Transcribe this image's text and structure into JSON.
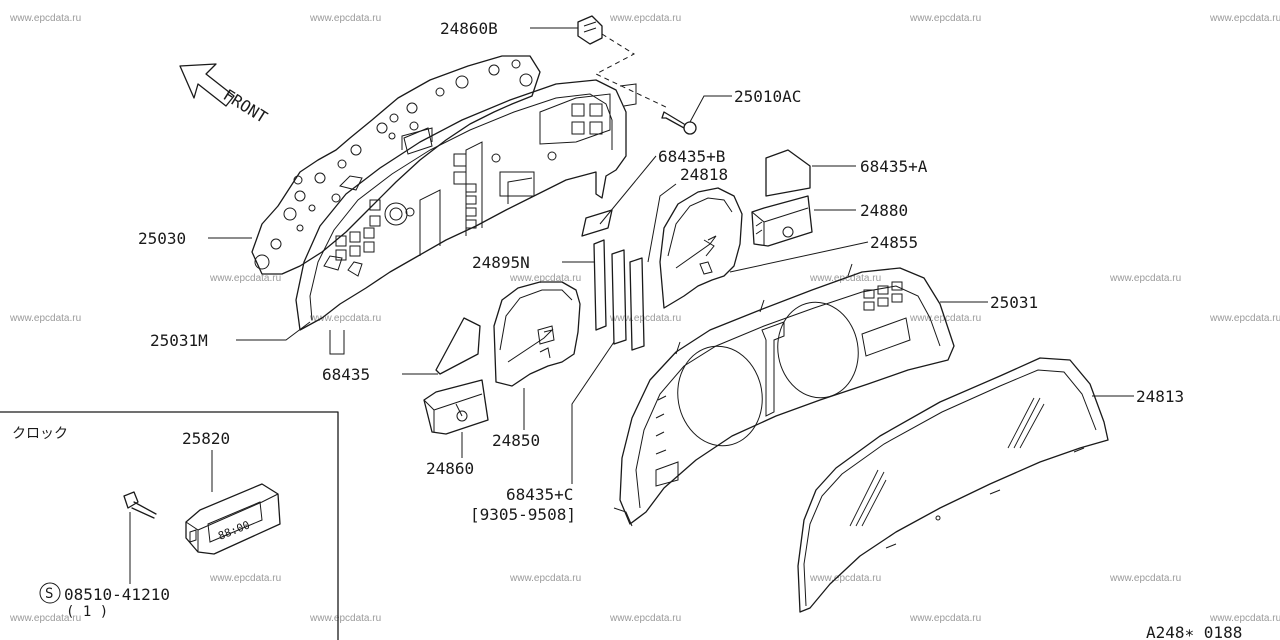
{
  "watermark": "www.epcdata.ru",
  "front_label": "FRONT",
  "diagram_code": "A248∗ 0188",
  "labels": {
    "p24860B": "24860B",
    "p25010AC": "25010AC",
    "p68435B": "68435+B",
    "p68435A": "68435+A",
    "p24818": "24818",
    "p24880": "24880",
    "p24855": "24855",
    "p25030": "25030",
    "p24895N": "24895N",
    "p25031": "25031",
    "p25031M": "25031M",
    "p68435": "68435",
    "p24813": "24813",
    "p24850": "24850",
    "p24860": "24860",
    "p68435C": "68435+C",
    "p68435C_range": "[9305-9508]"
  },
  "clock_inset": {
    "title": "クロック",
    "part": "25820",
    "screw_symbol": "S",
    "screw_part": "08510-41210",
    "screw_qty": "( 1 )",
    "display": "88:00"
  }
}
